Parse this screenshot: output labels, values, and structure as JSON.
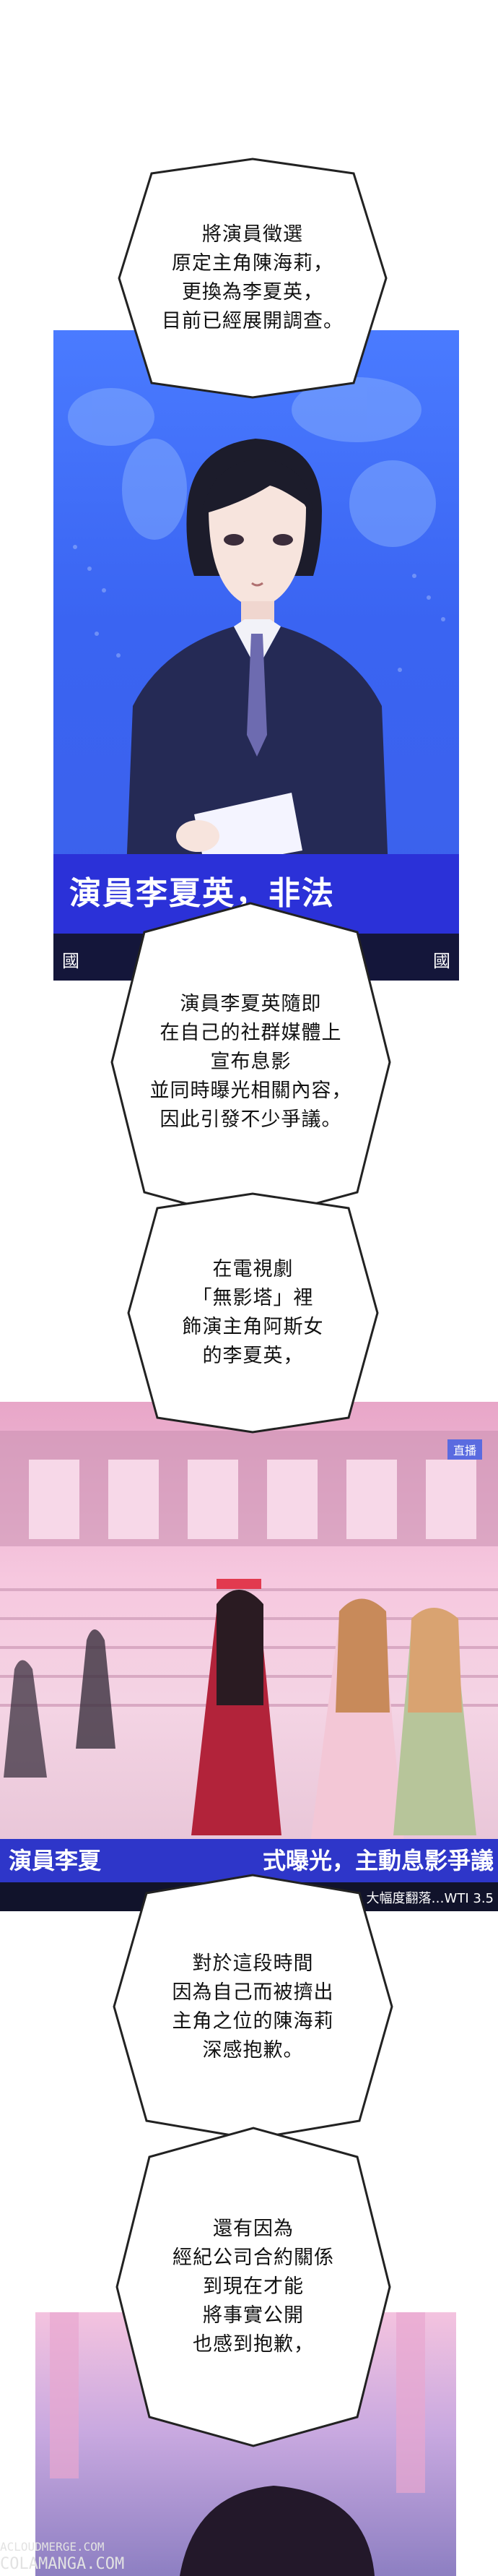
{
  "panel1": {
    "news_banner": "演員李夏英，非法",
    "news_subbar_left": "國",
    "news_subbar_right": "國"
  },
  "bubble1": {
    "text": "將演員徵選\n原定主角陳海莉，\n更換為李夏英，\n目前已經展開調查。"
  },
  "bubble2": {
    "text": "演員李夏英隨即\n在自己的社群媒體上\n宣布息影\n並同時曝光相關內容，\n因此引發不少爭議。"
  },
  "bubble3": {
    "text": "在電視劇\n「無影塔」裡\n飾演主角阿斯女\n的李夏英，"
  },
  "panel2": {
    "live_badge": "直播",
    "ticker_left": "演員李夏",
    "ticker_right": "式曝光，主動息影爭議",
    "subbar_text": "大幅度翻落…WTI 3.5"
  },
  "bubble4": {
    "text": "對於這段時間\n因為自己而被擠出\n主角之位的陳海莉\n深感抱歉。"
  },
  "bubble5": {
    "text": "還有因為\n經紀公司合約關係\n到現在才能\n將事實公開\n也感到抱歉，"
  },
  "watermark": {
    "line1": "ACLOUDMERGE.COM",
    "line2": "COLAMANGA.COM"
  },
  "colors": {
    "banner_blue": "#2b31d8",
    "studio_blue": "#3b63f0",
    "palace_pink": "#f0b8d8",
    "ink": "#111111"
  }
}
